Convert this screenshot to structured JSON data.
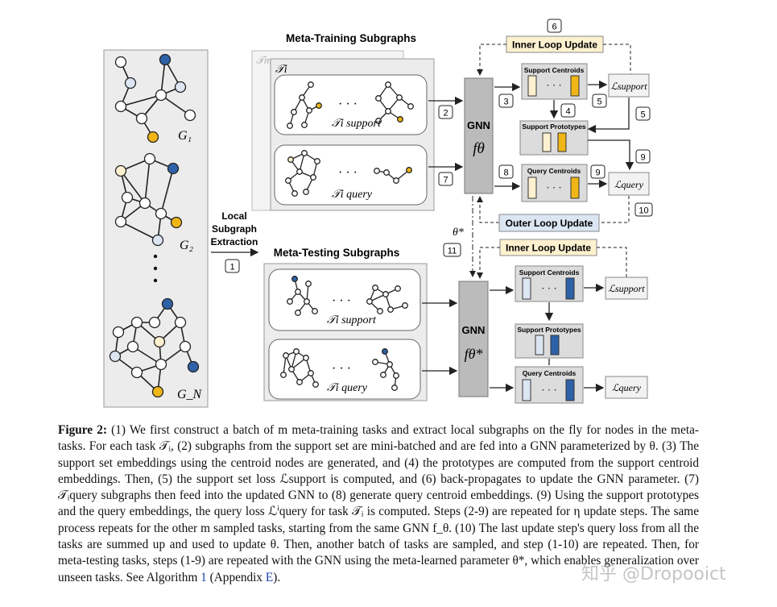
{
  "figure": {
    "graphs": {
      "g1_label": "G₁",
      "g2_label": "G₂",
      "gn_label": "G_N"
    },
    "extraction": {
      "line1": "Local",
      "line2": "Subgraph",
      "line3": "Extraction",
      "step": "1"
    },
    "meta_training": {
      "title": "Meta-Training Subgraphs",
      "task_back": "𝒯m",
      "task_front": "𝒯i",
      "support_label": "𝒯i support",
      "query_label": "𝒯i query",
      "dots": "· · ·"
    },
    "meta_testing": {
      "title": "Meta-Testing Subgraphs",
      "support_label": "𝒯i support",
      "query_label": "𝒯i query",
      "dots": "· · ·"
    },
    "gnn_top": {
      "label": "GNN",
      "func": "fθ"
    },
    "gnn_bottom": {
      "label": "GNN",
      "func": "fθ*"
    },
    "theta_star": "θ*",
    "inner_loop_top": "Inner Loop Update",
    "inner_loop_bottom": "Inner Loop Update",
    "outer_loop": "Outer Loop Update",
    "top_boxes": {
      "support_centroids": "Support Centroids",
      "support_prototypes": "Support Prototypes",
      "query_centroids": "Query Centroids",
      "loss_support": "ℒsupport",
      "loss_query": "ℒquery"
    },
    "bottom_boxes": {
      "support_centroids": "Support Centroids",
      "support_prototypes": "Support Prototypes",
      "query_centroids": "Query Centroids",
      "loss_support": "ℒsupport",
      "loss_query": "ℒquery"
    },
    "steps": [
      "2",
      "3",
      "4",
      "5",
      "5",
      "6",
      "7",
      "8",
      "9",
      "9",
      "10",
      "11"
    ],
    "colors": {
      "navy": "#2e62a8",
      "gold": "#f0b616",
      "light_blue": "#dce6f3",
      "light_yellow": "#fdf1cf",
      "panel_gray": "#ececec",
      "gnn_gray": "#bbbbbb",
      "inner_loop_fill": "#fdf1cf",
      "outer_loop_fill": "#dce6f3"
    }
  },
  "caption": {
    "lead": "Figure 2:",
    "body": " (1) We first construct a batch of m meta-training tasks and extract local subgraphs on the fly for nodes in the meta-tasks. For each task 𝒯ᵢ, (2) subgraphs from the support set are mini-batched and are fed into a GNN parameterized by θ. (3) The support set embeddings using the centroid nodes are generated, and (4) the prototypes are computed from the support centroid embeddings. Then, (5) the support set loss ℒsupport is computed, and (6) back-propagates to update the GNN parameter. (7) 𝒯ᵢquery subgraphs then feed into the updated GNN to (8) generate query centroid embeddings. (9) Using the support prototypes and the query embeddings, the query loss ℒⁱquery for task 𝒯ᵢ is computed. Steps (2-9) are repeated for η update steps. The same process repeats for the other m sampled tasks, starting from the same GNN f_θ. (10) The last update step's query loss from all the tasks are summed up and used to update θ. Then, another batch of tasks are sampled, and step (1-10) are repeated. Then, for meta-testing tasks, steps (1-9) are repeated with the GNN using the meta-learned parameter θ*, which enables generalization over unseen tasks. See Algorithm ",
    "alg_ref": "1",
    "mid": " (Appendix ",
    "app_ref": "E",
    "end": ").",
    "watermark": "知乎 @Dropooict"
  }
}
